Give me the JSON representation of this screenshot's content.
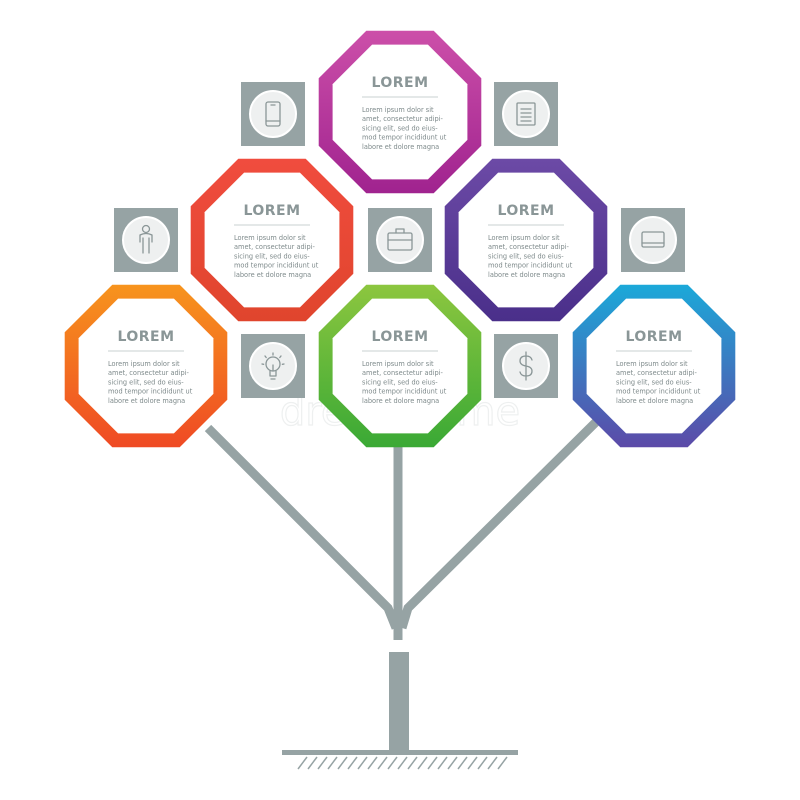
{
  "colors": {
    "trunk": "#96a3a4",
    "icon_box": "#96a3a4",
    "icon_circle": "#eef0f0",
    "icon_line": "#8a9697",
    "title_text": "#8a9697",
    "body_text": "#7e8a8b"
  },
  "watermark": "dreamstime",
  "nodes": [
    {
      "title": "LOREM",
      "lines": [
        "Lorem ipsum dolor sit",
        "amet, consectetur adipi-",
        "sicing elit, sed do eius-",
        "mod tempor incididunt ut",
        "labore et dolore magna"
      ],
      "gradient": [
        "#cc4fa9",
        "#a0238f"
      ]
    },
    {
      "title": "LOREM",
      "lines": [
        "Lorem ipsum dolor sit",
        "amet, consectetur adipi-",
        "sicing elit, sed do eius-",
        "mod tempor incididunt ut",
        "labore et dolore magna"
      ],
      "gradient": [
        "#f04c3e",
        "#e0452d"
      ]
    },
    {
      "title": "LOREM",
      "lines": [
        "Lorem ipsum dolor sit",
        "amet, consectetur adipi-",
        "sicing elit, sed do eius-",
        "mod tempor incididunt ut",
        "labore et dolore magna"
      ],
      "gradient": [
        "#6c4aa6",
        "#4a2f8a"
      ]
    },
    {
      "title": "LOREM",
      "lines": [
        "Lorem ipsum dolor sit",
        "amet, consectetur adipi-",
        "sicing elit, sed do eius-",
        "mod tempor incididunt ut",
        "labore et dolore magna"
      ],
      "gradient": [
        "#f7941d",
        "#ef4a24"
      ]
    },
    {
      "title": "LOREM",
      "lines": [
        "Lorem ipsum dolor sit",
        "amet, consectetur adipi-",
        "sicing elit, sed do eius-",
        "mod tempor incididunt ut",
        "labore et dolore magna"
      ],
      "gradient": [
        "#8cc63f",
        "#3aa935"
      ]
    },
    {
      "title": "LOREM",
      "lines": [
        "Lorem ipsum dolor sit",
        "amet, consectetur adipi-",
        "sicing elit, sed do eius-",
        "mod tempor incididunt ut",
        "labore et dolore magna"
      ],
      "gradient": [
        "#1ba9d9",
        "#5c4aa8"
      ]
    }
  ],
  "icons": [
    {
      "name": "smartphone-icon"
    },
    {
      "name": "document-icon"
    },
    {
      "name": "person-icon"
    },
    {
      "name": "briefcase-icon"
    },
    {
      "name": "laptop-icon"
    },
    {
      "name": "lightbulb-icon"
    },
    {
      "name": "dollar-icon"
    }
  ]
}
